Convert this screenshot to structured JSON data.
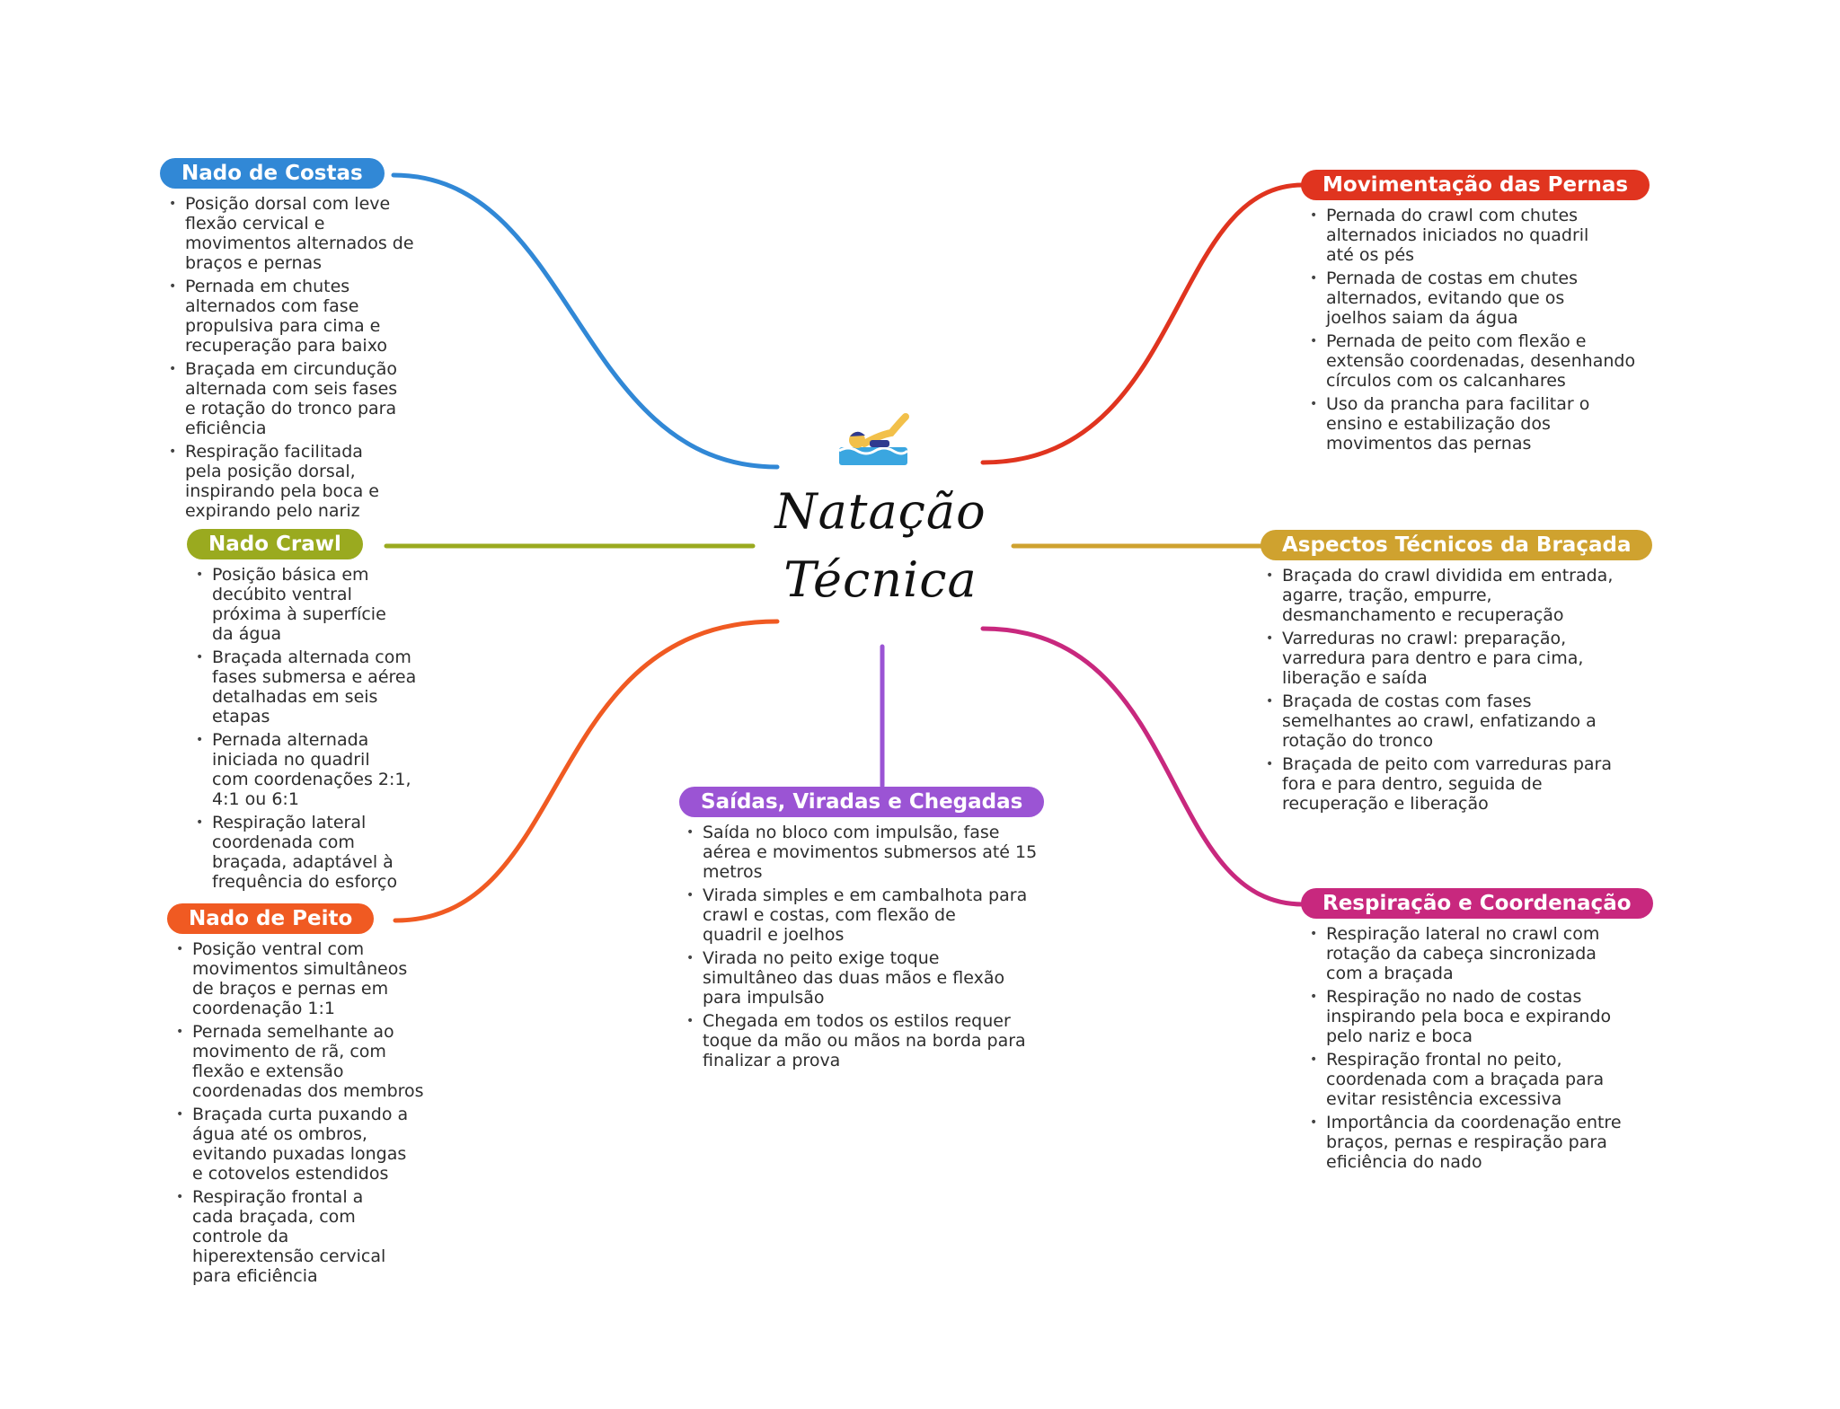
{
  "center": {
    "title": "Natação\nTécnica",
    "icon": "swimmer-icon"
  },
  "branches": {
    "costas": {
      "label": "Nado de Costas",
      "color": "#3188d6",
      "items": [
        [
          "Posição dorsal com leve",
          "flexão cervical e",
          "movimentos alternados de",
          "braços e pernas"
        ],
        [
          "Pernada em chutes",
          "alternados com fase",
          "propulsiva para cima e",
          "recuperação para baixo"
        ],
        [
          "Braçada em circundução",
          "alternada com seis fases",
          "e rotação do tronco para",
          "eficiência"
        ],
        [
          "Respiração facilitada",
          "pela posição dorsal,",
          "inspirando pela boca e",
          "expirando pelo nariz"
        ]
      ]
    },
    "crawl": {
      "label": "Nado Crawl",
      "color": "#9aaa1f",
      "items": [
        [
          "Posição básica em",
          "decúbito ventral",
          "próxima à superfície",
          "da água"
        ],
        [
          "Braçada alternada com",
          "fases submersa e aérea",
          "detalhadas em seis",
          "etapas"
        ],
        [
          "Pernada alternada",
          "iniciada no quadril",
          "com coordenações 2:1,",
          "4:1 ou 6:1"
        ],
        [
          "Respiração lateral",
          "coordenada com",
          "braçada, adaptável à",
          "frequência do esforço"
        ]
      ]
    },
    "peito": {
      "label": "Nado de Peito",
      "color": "#f05a22",
      "items": [
        [
          "Posição ventral com",
          "movimentos simultâneos",
          "de braços e pernas em",
          "coordenação 1:1"
        ],
        [
          "Pernada semelhante ao",
          "movimento de rã, com",
          "flexão e extensão",
          "coordenadas dos membros"
        ],
        [
          "Braçada curta puxando a",
          "água até os ombros,",
          "evitando puxadas longas",
          "e cotovelos estendidos"
        ],
        [
          "Respiração frontal a",
          "cada braçada, com",
          "controle da",
          "hiperextensão cervical",
          "para eficiência"
        ]
      ]
    },
    "saidas": {
      "label": "Saídas, Viradas e Chegadas",
      "color": "#9b54d4",
      "items": [
        [
          "Saída no bloco com impulsão, fase",
          "aérea e movimentos submersos até 15",
          "metros"
        ],
        [
          "Virada simples e em cambalhota para",
          "crawl e costas, com flexão de",
          "quadril e joelhos"
        ],
        [
          "Virada no peito exige toque",
          "simultâneo das duas mãos e flexão",
          "para impulsão"
        ],
        [
          "Chegada em todos os estilos requer",
          "toque da mão ou mãos na borda para",
          "finalizar a prova"
        ]
      ]
    },
    "pernas": {
      "label": "Movimentação das Pernas",
      "color": "#e0341f",
      "items": [
        [
          "Pernada do crawl com chutes",
          "alternados iniciados no quadril",
          "até os pés"
        ],
        [
          "Pernada de costas em chutes",
          "alternados, evitando que os",
          "joelhos saiam da água"
        ],
        [
          "Pernada de peito com flexão e",
          "extensão coordenadas, desenhando",
          "círculos com os calcanhares"
        ],
        [
          "Uso da prancha para facilitar o",
          "ensino e estabilização dos",
          "movimentos das pernas"
        ]
      ]
    },
    "bracada": {
      "label": "Aspectos Técnicos da Braçada",
      "color": "#cfa22f",
      "items": [
        [
          "Braçada do crawl dividida em entrada,",
          "agarre, tração, empurre,",
          "desmanchamento e recuperação"
        ],
        [
          "Varreduras no crawl: preparação,",
          "varredura para dentro e para cima,",
          "liberação e saída"
        ],
        [
          "Braçada de costas com fases",
          "semelhantes ao crawl, enfatizando a",
          "rotação do tronco"
        ],
        [
          "Braçada de peito com varreduras para",
          "fora e para dentro, seguida de",
          "recuperação e liberação"
        ]
      ]
    },
    "respiracao": {
      "label": "Respiração e Coordenação",
      "color": "#c8287e",
      "items": [
        [
          "Respiração lateral no crawl com",
          "rotação da cabeça sincronizada",
          "com a braçada"
        ],
        [
          "Respiração no nado de costas",
          "inspirando pela boca e expirando",
          "pelo nariz e boca"
        ],
        [
          "Respiração frontal no peito,",
          "coordenada com a braçada para",
          "evitar resistência excessiva"
        ],
        [
          "Importância da coordenação entre",
          "braços, pernas e respiração para",
          "eficiência do nado"
        ]
      ]
    }
  }
}
